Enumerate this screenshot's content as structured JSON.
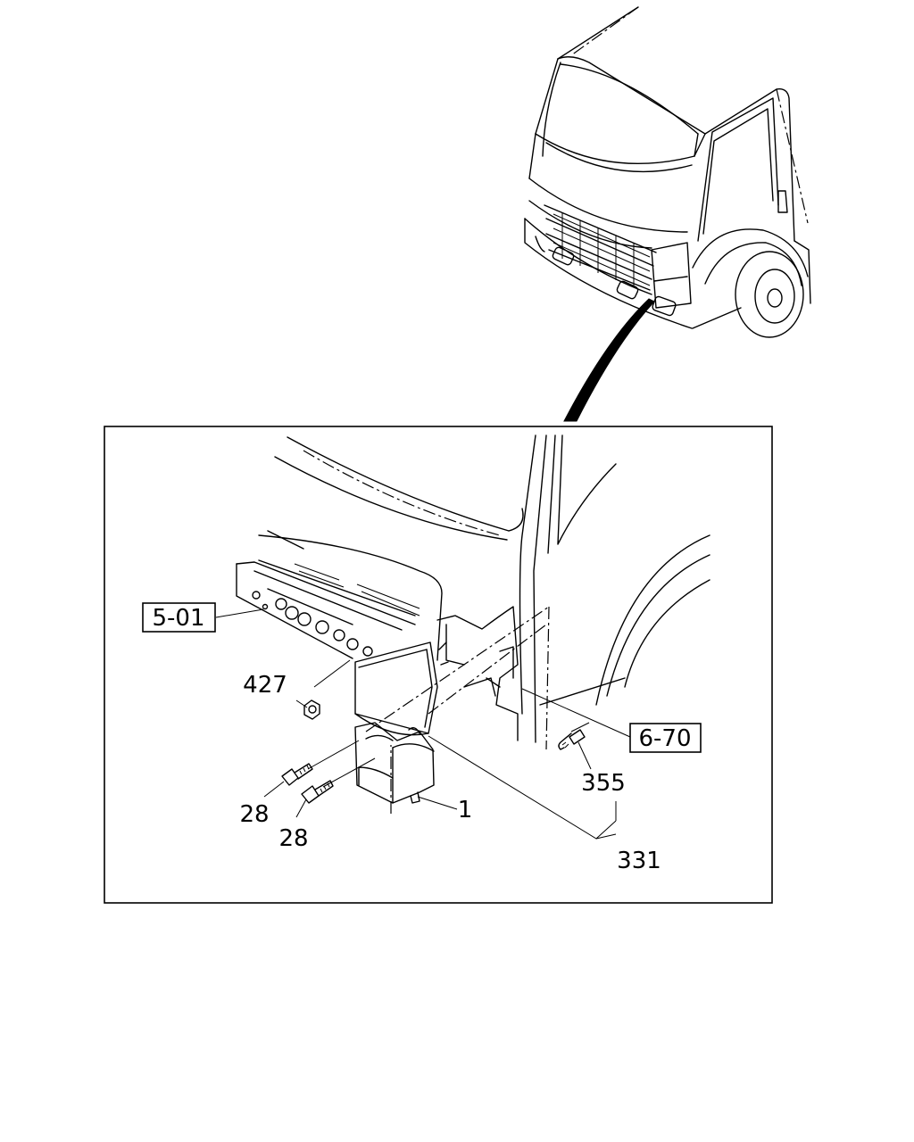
{
  "callouts": {
    "ref_5_01": "5-01",
    "ref_6_70": "6-70",
    "part_427": "427",
    "part_28_a": "28",
    "part_28_b": "28",
    "part_1": "1",
    "part_355": "355",
    "part_331": "331"
  }
}
